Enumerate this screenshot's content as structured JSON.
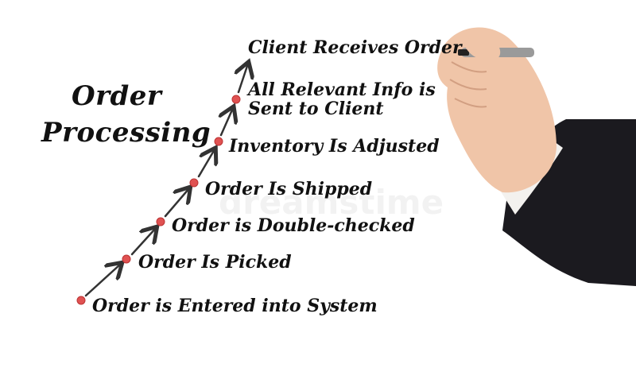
{
  "title": {
    "line1": "Order",
    "line2": "Processing"
  },
  "steps": [
    "Order is Entered into System",
    "Order Is Picked",
    "Order is Double-checked",
    "Order Is Shipped",
    "Inventory Is Adjusted",
    "All Relevant Info is\nSent to Client",
    "Client Receives Order"
  ],
  "colors": {
    "text": "#111111",
    "dot": "#e05252",
    "arrow": "#333333",
    "sleeve": "#1b1a1f",
    "skin": "#f0c5a8",
    "cuff": "#f3f1ee",
    "marker": "#9a9a9a"
  },
  "icons": [
    "hand-holding-marker-icon"
  ],
  "watermark": "dreamstime"
}
